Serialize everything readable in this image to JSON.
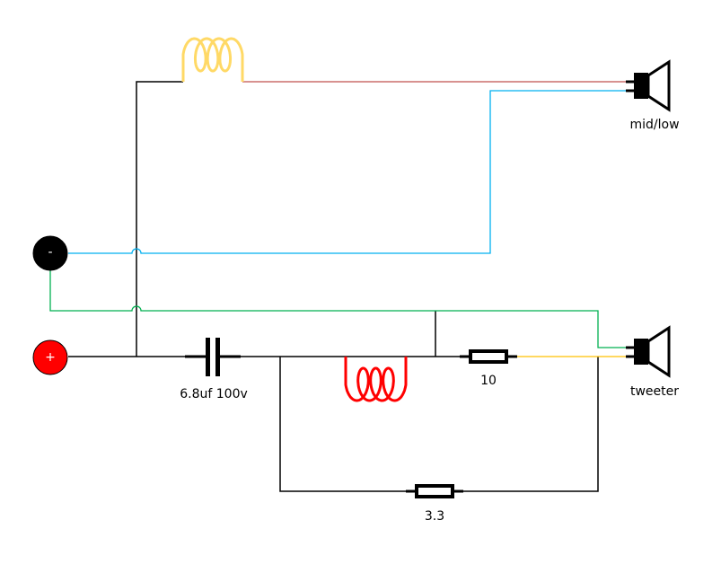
{
  "title": "Speaker crossover wiring diagram",
  "terminals": {
    "negative": "-",
    "positive": "+"
  },
  "speakers": {
    "midlow": "mid/low",
    "tweeter": "tweeter"
  },
  "components": {
    "capacitor": "6.8uf 100v",
    "resistor_series": "10",
    "resistor_parallel": "3.3"
  },
  "colors": {
    "wire": "#000000",
    "negative_midlow": "#00B0F0",
    "negative_tweeter": "#00B050",
    "positive_midlow": "#C0504D",
    "positive_tweeter": "#FFC000",
    "midlow_inductor": "#FFD966",
    "tweeter_inductor": "#FF0000",
    "positive_terminal": "#FF0000",
    "negative_terminal": "#000000"
  }
}
